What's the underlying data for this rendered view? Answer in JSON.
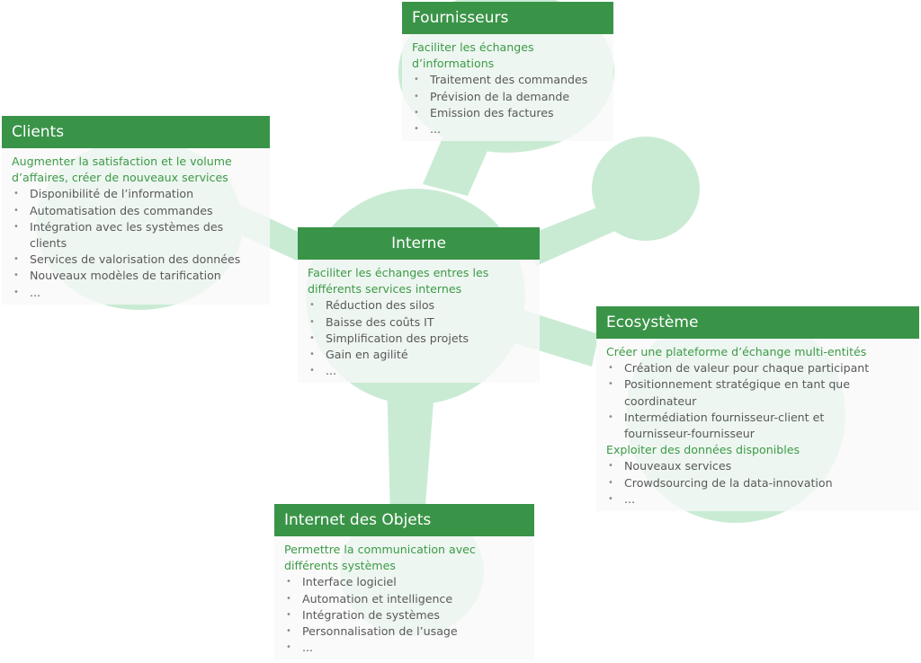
{
  "colors": {
    "header": "#3a9448",
    "accent_text": "#3c9a46",
    "body_text": "#595959",
    "network": "#c9ebd4"
  },
  "icons": {
    "bullet": "bullet-point-icon"
  },
  "fournisseurs": {
    "title": "Fournisseurs",
    "subtitle": "Faciliter les échanges d’informations",
    "items": [
      "Traitement des commandes",
      "Prévision de la demande",
      "Emission des factures",
      "..."
    ]
  },
  "clients": {
    "title": "Clients",
    "subtitle": "Augmenter la satisfaction et le volume d’affaires, créer de nouveaux services",
    "items": [
      "Disponibilité de l’information",
      "Automatisation des commandes",
      "Intégration avec les systèmes des clients",
      "Services de valorisation des données",
      "Nouveaux modèles de tarification",
      "..."
    ]
  },
  "interne": {
    "title": "Interne",
    "subtitle": "Faciliter les échanges entres les différents services internes",
    "items": [
      "Réduction des silos",
      "Baisse des coûts IT",
      "Simplification des projets",
      "Gain en agilité",
      "..."
    ]
  },
  "ecosysteme": {
    "title": "Ecosystème",
    "subtitle": "Créer une plateforme d’échange multi-entités",
    "items": [
      "Création de valeur pour chaque participant",
      "Positionnement stratégique en tant que coordinateur",
      "Intermédiation fournisseur-client et fournisseur-fournisseur"
    ],
    "subtitle2": "Exploiter des données disponibles",
    "items2": [
      "Nouveaux services",
      "Crowdsourcing de la data-innovation",
      "..."
    ]
  },
  "iot": {
    "title": "Internet des Objets",
    "subtitle": "Permettre la communication  avec différents systèmes",
    "items": [
      "Interface logiciel",
      "Automation et intelligence",
      "Intégration de systèmes",
      "Personnalisation de l’usage",
      "..."
    ]
  }
}
